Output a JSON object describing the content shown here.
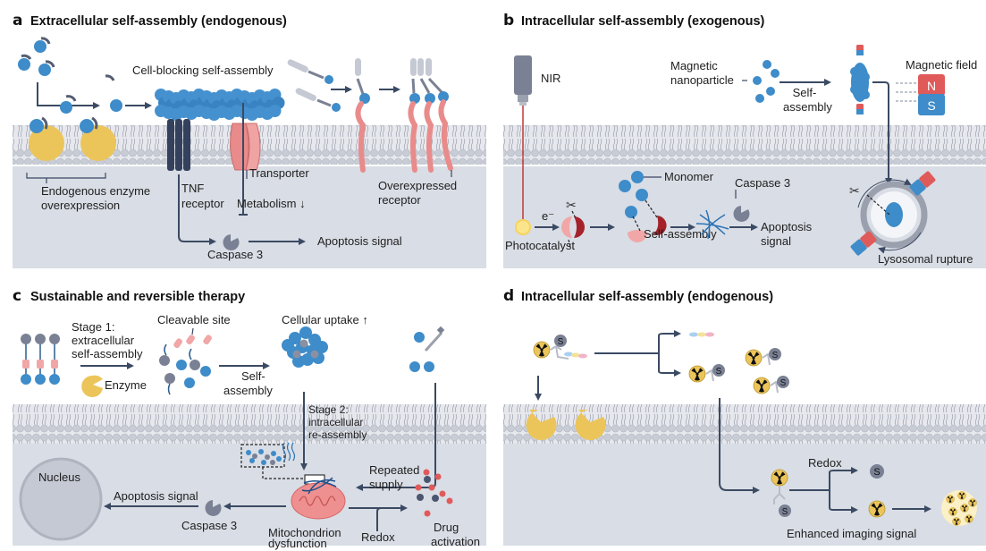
{
  "colors": {
    "cytoplasm": "#d9dde5",
    "membrane_head": "#c5c9d3",
    "monomer_blue": "#3e8cc9",
    "enzyme_yellow": "#ecc55a",
    "arrow": "#3b4a63",
    "receptor_pink": "#e98b8b",
    "magnet_red": "#e05a5a",
    "magnet_blue": "#3e8cc9",
    "caspase_gray": "#7b8194",
    "dark_red": "#a5222b"
  },
  "panels": {
    "a": {
      "letter": "a",
      "title": "Extracellular self-assembly (endogenous)",
      "labels": {
        "cell_blocking": "Cell-blocking self-assembly",
        "enzyme": [
          "Endogenous enzyme",
          "overexpression"
        ],
        "tnf": [
          "TNF",
          "receptor"
        ],
        "transporter": "Transporter",
        "metabolism": "Metabolism ↓",
        "overexpressed": [
          "Overexpressed",
          "receptor"
        ],
        "caspase": "Caspase 3",
        "apoptosis": "Apoptosis signal"
      }
    },
    "b": {
      "letter": "b",
      "title": "Intracellular self-assembly (exogenous)",
      "labels": {
        "nir": "NIR",
        "magnetic_np": [
          "Magnetic",
          "nanoparticle"
        ],
        "self_assembly_top": [
          "Self-",
          "assembly"
        ],
        "magnetic_field": "Magnetic field",
        "magnet_n": "N",
        "magnet_s": "S",
        "electron": "e⁻",
        "photocatalyst": "Photocatalyst",
        "monomer": "Monomer",
        "self_assembly": "Self-assembly",
        "caspase": "Caspase 3",
        "apoptosis": [
          "Apoptosis",
          "signal"
        ],
        "lysosomal": "Lysosomal rupture"
      }
    },
    "c": {
      "letter": "c",
      "title": "Sustainable and reversible therapy",
      "labels": {
        "stage1": [
          "Stage 1:",
          "extracellular",
          "self-assembly"
        ],
        "cleavable": "Cleavable site",
        "enzyme": "Enzyme",
        "self_assembly": [
          "Self-",
          "assembly"
        ],
        "uptake": "Cellular uptake ↑",
        "stage2": [
          "Stage 2:",
          "intracellular",
          "re-assembly"
        ],
        "nucleus": "Nucleus",
        "apoptosis": "Apoptosis signal",
        "caspase": "Caspase 3",
        "mito": [
          "Mitochondrion",
          "dysfunction"
        ],
        "repeated": [
          "Repeated",
          "supply"
        ],
        "redox": "Redox",
        "drug": [
          "Drug",
          "activation"
        ]
      }
    },
    "d": {
      "letter": "d",
      "title": "Intracellular self-assembly (endogenous)",
      "labels": {
        "s": "S",
        "redox": "Redox",
        "enhanced": "Enhanced imaging signal"
      }
    }
  }
}
